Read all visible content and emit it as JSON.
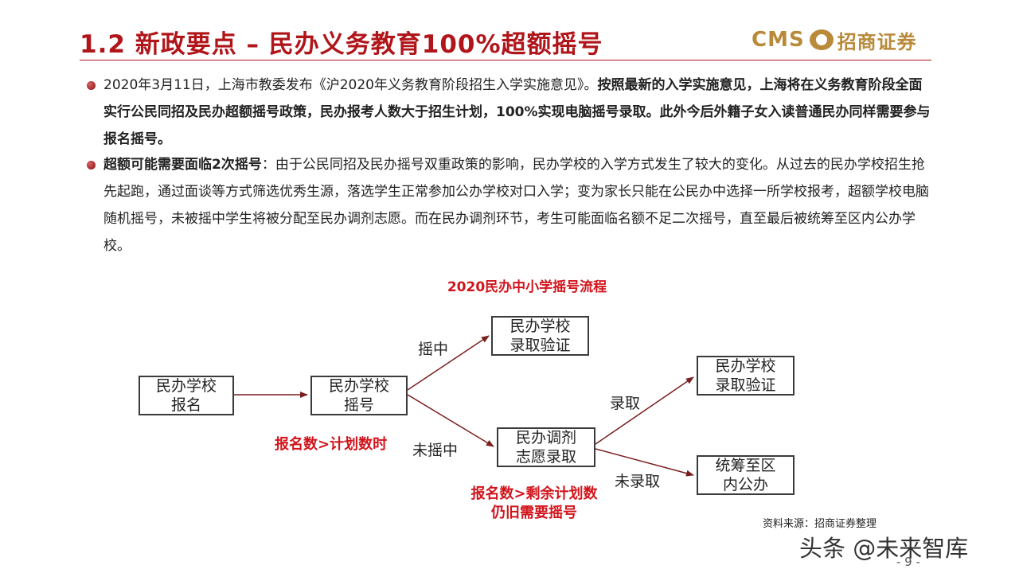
{
  "header": {
    "title": "1.2 新政要点 – 民办义务教育100%超额摇号",
    "logo_text_latin": "CMS",
    "logo_text_cn": "招商证券"
  },
  "paragraphs": [
    {
      "lead": "2020年3月11日，上海市教委发布《沪2020年义务教育阶段招生入学实施意见》。",
      "bold": "按照最新的入学实施意见，上海将在义务教育阶段全面实行公民同招及民办超额摇号政策，民办报考人数大于招生计划，100%实现电脑摇号录取。此外今后外籍子女入读普通民办同样需要参与报名摇号。"
    },
    {
      "bold": "超额可能需要面临2次摇号",
      "rest": "：由于公民同招及民办摇号双重政策的影响，民办学校的入学方式发生了较大的变化。从过去的民办学校招生抢先起跑，通过面谈等方式筛选优秀生源，落选学生正常参加公办学校对口入学；变为家长只能在公民办中选择一所学校报考，超额学校电脑随机摇号，未被摇中学生将被分配至民办调剂志愿。而在民办调剂环节，考生可能面临名额不足二次摇号，直至最后被统筹至区内公办学校。"
    }
  ],
  "flow": {
    "title": "2020民办中小学摇号流程",
    "boxes": {
      "apply": [
        "民办学校",
        "报名"
      ],
      "lottery": [
        "民办学校",
        "摇号"
      ],
      "verify1": [
        "民办学校",
        "录取验证"
      ],
      "adjust": [
        "民办调剂",
        "志愿录取"
      ],
      "verify2": [
        "民办学校",
        "录取验证"
      ],
      "public": [
        "统筹至区",
        "内公办"
      ]
    },
    "edge_labels": {
      "won": "摇中",
      "not_won": "未摇中",
      "admitted": "录取",
      "not_admitted": "未录取"
    },
    "notes": {
      "n1": "报名数>计划数时",
      "n2_line1": "报名数>剩余计划数",
      "n2_line2": "仍旧需要摇号"
    },
    "line_color": "#7a1e1e"
  },
  "footer": {
    "source": "资料来源：招商证券整理",
    "watermark": "头条 @未来智库",
    "page": "- 9 -"
  }
}
